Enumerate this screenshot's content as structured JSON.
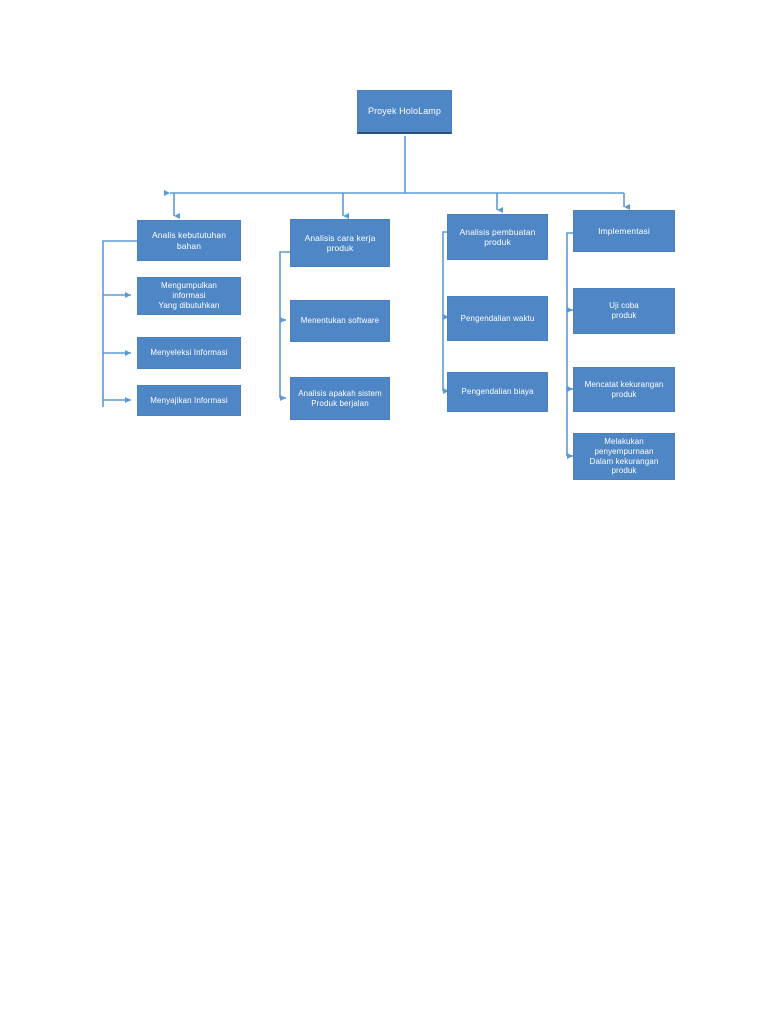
{
  "diagram": {
    "title": "Proyek HoloLamp",
    "type": "organization-chart",
    "colors": {
      "node_fill": "#4e86c6",
      "node_border": "#4a80bd",
      "node_text": "#ffffff",
      "connector": "#5b9bd5",
      "root_shadow": "#2d4f74",
      "background": "#ffffff"
    },
    "root": {
      "label": "Proyek HoloLamp"
    },
    "branches": [
      {
        "id": "branch-1",
        "head": "Analis kebututuhan\nbahan",
        "children": [
          "Mengumpulkan\ninformasi\nYang dibutuhkan",
          "Menyeleksi Informasi",
          "Menyajikan Informasi"
        ]
      },
      {
        "id": "branch-2",
        "head": "Analisis cara kerja\nproduk",
        "children": [
          "Menentukan software",
          "Analisis apakah sistem\nProduk berjalan"
        ]
      },
      {
        "id": "branch-3",
        "head": "Analisis pembuatan\nproduk",
        "children": [
          "Pengendalian waktu",
          "Pengendalian biaya"
        ]
      },
      {
        "id": "branch-4",
        "head": "Implementasi",
        "children": [
          "Uji coba\nproduk",
          "Mencatat kekurangan\nproduk",
          "Melakukan\npenyempurnaan\nDalam kekurangan\nproduk"
        ]
      }
    ]
  }
}
